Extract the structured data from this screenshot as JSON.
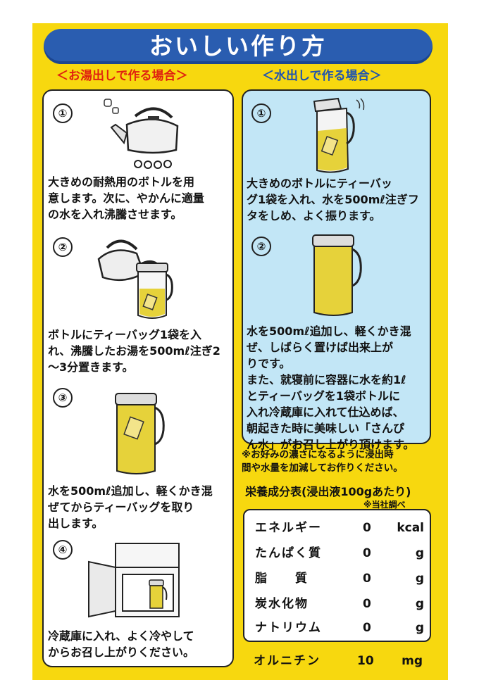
{
  "title": "おいしい作り方",
  "hot": {
    "heading": "＜お湯出しで作る場合＞",
    "steps": [
      {
        "num": "①",
        "text": "大きめの耐熱用のボトルを用\n意します。次に、やかんに適量\nの水を入れ沸騰させます。"
      },
      {
        "num": "②",
        "text": "ボトルにティーバッグ1袋を入\nれ、沸騰したお湯を500mℓ注ぎ2\n～3分置きます。"
      },
      {
        "num": "③",
        "text": "水を500mℓ追加し、軽くかき混\nぜてからティーバッグを取り\n出します。"
      },
      {
        "num": "④",
        "text": "冷蔵庫に入れ、よく冷やして\nからお召し上がりください。"
      }
    ]
  },
  "cold": {
    "heading": "＜水出しで作る場合＞",
    "steps": [
      {
        "num": "①",
        "text": "大きめのボトルにティーバッ\nグ1袋を入れ、水を500mℓ注ぎフ\nタをしめ、よく振ります。"
      },
      {
        "num": "②",
        "text": "水を500mℓ追加し、軽くかき混\nぜ、しばらく置けば出来上が\nりです。\nまた、就寝前に容器に水を約1ℓ\nとティーバッグを1袋ボトルに\n入れ冷蔵庫に入れて仕込めば、\n朝起きた時に美味しい「さんぴ\nん水」がお召し上がり頂けます。"
      }
    ]
  },
  "note": "※お好みの濃さになるように浸出時\n間や水量を加減してお作りください。",
  "nutrition": {
    "title": "栄養成分表(浸出液100gあたり)",
    "source": "※当社調べ",
    "rows": [
      {
        "name": "エネルギー",
        "value": "0",
        "unit": "kcal"
      },
      {
        "name": "たんぱく質",
        "value": "0",
        "unit": "g"
      },
      {
        "name": "脂　　質",
        "value": "0",
        "unit": "g"
      },
      {
        "name": "炭水化物",
        "value": "0",
        "unit": "g"
      },
      {
        "name": "ナトリウム",
        "value": "0",
        "unit": "g"
      }
    ],
    "extra": {
      "name": "オルニチン",
      "value": "10",
      "unit": "mg"
    }
  },
  "colors": {
    "panel": "#f7d80f",
    "title_bar": "#2a5db0",
    "hot_heading": "#e02010",
    "cold_heading": "#2054b0",
    "cold_box": "#c2e6f6",
    "tea": "#e6d23a"
  }
}
